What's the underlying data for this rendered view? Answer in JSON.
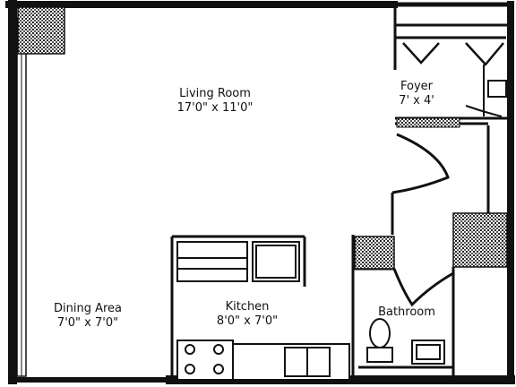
{
  "rooms": {
    "living": {
      "name": "Living Room",
      "dims": "17'0\" x 11'0\""
    },
    "foyer": {
      "name": "Foyer",
      "dims": "7' x 4'"
    },
    "dining": {
      "name": "Dining Area",
      "dims": "7'0\" x 7'0\""
    },
    "kitchen": {
      "name": "Kitchen",
      "dims": "8'0\" x 7'0\""
    },
    "bathroom": {
      "name": "Bathroom"
    }
  },
  "colors": {
    "wall": "#111111",
    "background": "#ffffff",
    "hatch": "#444444"
  }
}
